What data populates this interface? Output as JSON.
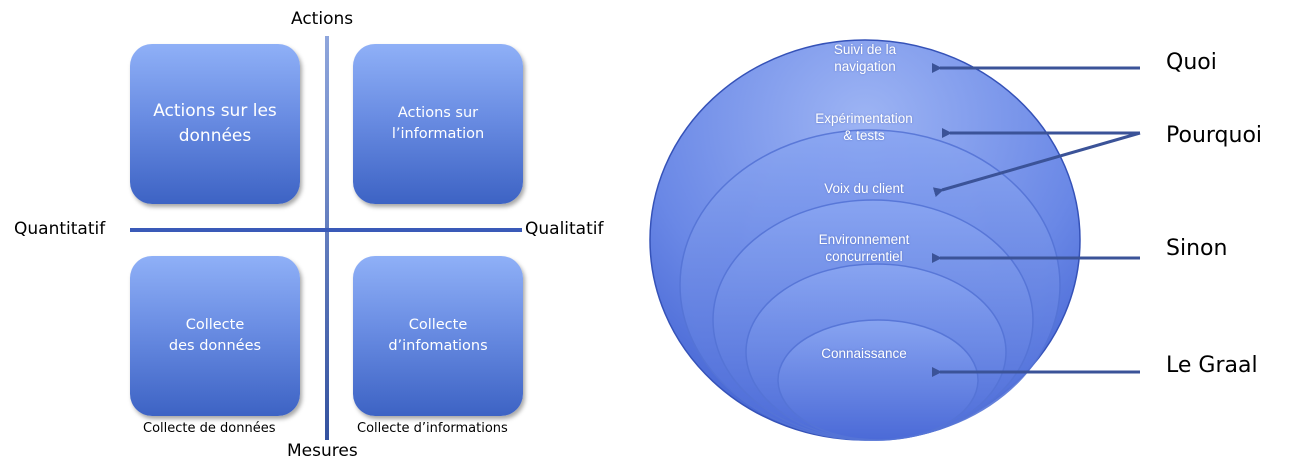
{
  "matrix": {
    "top_label": "Actions",
    "bottom_label": "Mesures",
    "left_label": "Quantitatif",
    "right_label": "Qualitatif",
    "quadrants": [
      {
        "lines": [
          "Actions sur les",
          "données"
        ]
      },
      {
        "lines": [
          "Actions sur",
          "l’information"
        ]
      },
      {
        "lines": [
          "Collecte",
          "des données"
        ]
      },
      {
        "lines": [
          "Collecte",
          "d’infomations"
        ]
      }
    ],
    "captions": [
      "Collecte de données",
      "Collecte d’informations"
    ]
  },
  "layers": {
    "items": [
      {
        "lines": [
          "Suivi de la",
          "navigation"
        ]
      },
      {
        "lines": [
          "Expérimentation",
          "& tests"
        ]
      },
      {
        "lines": [
          "Voix du client"
        ]
      },
      {
        "lines": [
          "Environnement",
          "concurrentiel"
        ]
      },
      {
        "lines": [
          "Connaissance"
        ]
      }
    ],
    "labels": [
      "Quoi",
      "Pourquoi",
      "Sinon",
      "Le Graal"
    ]
  },
  "colors": {
    "quad_top": "#8fb0f7",
    "quad_bottom": "#3d63c4",
    "axis": "#3a5ab8",
    "ellipse_light": "#8aa6f2",
    "ellipse_dark": "#3f5fd0",
    "arrow": "#3b5398"
  }
}
